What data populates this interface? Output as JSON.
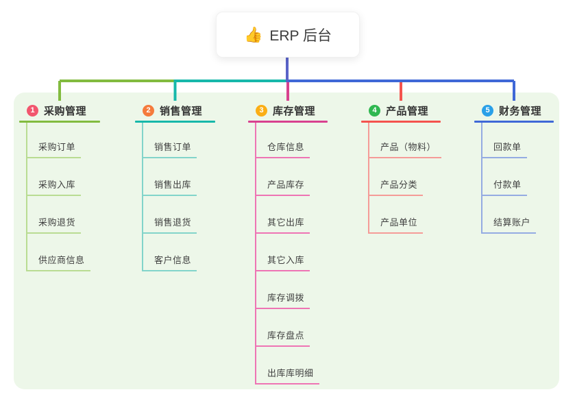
{
  "root": {
    "emoji": "👍",
    "label": "ERP 后台"
  },
  "colors": {
    "canvas_bg": "#ffffff",
    "panel_bg": "#edf7e9",
    "root_line": "#5a63c8",
    "header_text": "#333333",
    "child_text": "#3f3f3f",
    "root_text": "#3d3d3d"
  },
  "branches": [
    {
      "num": "1",
      "label": "采购管理",
      "badge_color": "#f2566e",
      "line_color": "#82bb3f",
      "light_color": "#b9dc92",
      "children": [
        "采购订单",
        "采购入库",
        "采购退货",
        "供应商信息"
      ]
    },
    {
      "num": "2",
      "label": "销售管理",
      "badge_color": "#f57b3c",
      "line_color": "#17b8aa",
      "light_color": "#82d4ca",
      "children": [
        "销售订单",
        "销售出库",
        "销售退货",
        "客户信息"
      ]
    },
    {
      "num": "3",
      "label": "库存管理",
      "badge_color": "#fbae15",
      "line_color": "#d8418f",
      "light_color": "#ee74b4",
      "children": [
        "仓库信息",
        "产品库存",
        "其它出库",
        "其它入库",
        "库存调拨",
        "库存盘点",
        "出库库明细"
      ]
    },
    {
      "num": "4",
      "label": "产品管理",
      "badge_color": "#2fb750",
      "line_color": "#f4534e",
      "light_color": "#f59b97",
      "children": [
        "产品（物料）",
        "产品分类",
        "产品单位"
      ]
    },
    {
      "num": "5",
      "label": "财务管理",
      "badge_color": "#2aa0e8",
      "line_color": "#3f68d7",
      "light_color": "#94abe2",
      "children": [
        "回款单",
        "付款单",
        "结算账户"
      ]
    }
  ]
}
